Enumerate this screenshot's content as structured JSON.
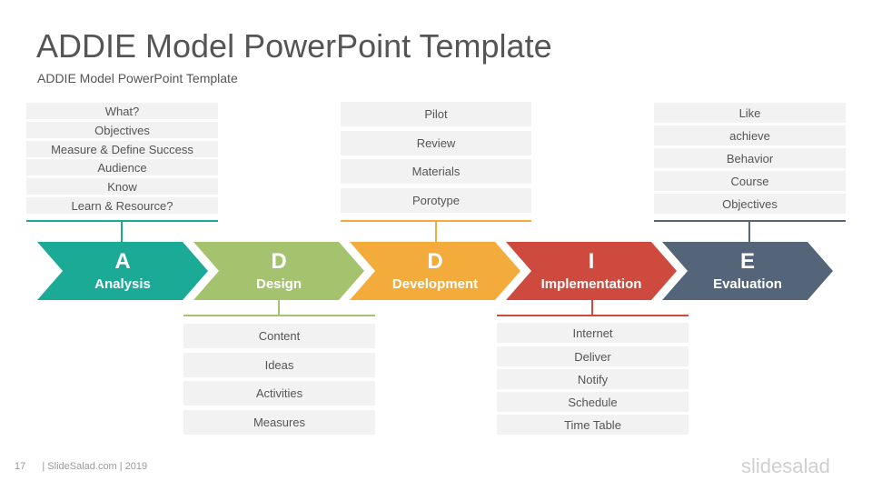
{
  "header": {
    "title": "ADDIE Model PowerPoint Template",
    "subtitle": "ADDIE Model PowerPoint Template"
  },
  "phases": [
    {
      "letter": "A",
      "label": "Analysis",
      "color": "#1aaa96"
    },
    {
      "letter": "D",
      "label": "Design",
      "color": "#a5c36f"
    },
    {
      "letter": "D",
      "label": "Development",
      "color": "#f3ac3c"
    },
    {
      "letter": "I",
      "label": "Implementation",
      "color": "#cf4a3e"
    },
    {
      "letter": "E",
      "label": "Evaluation",
      "color": "#546579"
    }
  ],
  "lists": {
    "analysis": [
      "What?",
      "Objectives",
      "Measure & Define Success",
      "Audience",
      "Know",
      "Learn & Resource?"
    ],
    "design": [
      "Content",
      "Ideas",
      "Activities",
      "Measures"
    ],
    "development": [
      "Pilot",
      "Review",
      "Materials",
      "Porotype"
    ],
    "implementation": [
      "Internet",
      "Deliver",
      "Notify",
      "Schedule",
      "Time Table"
    ],
    "evaluation": [
      "Like",
      "achieve",
      "Behavior",
      "Course",
      "Objectives"
    ]
  },
  "footer": {
    "page_number": "17",
    "credit": "| SlideSalad.com | 2019",
    "logo": "slidesalad"
  }
}
